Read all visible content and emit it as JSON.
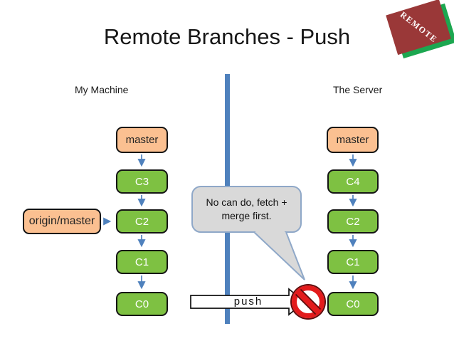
{
  "title": "Remote Branches - Push",
  "ribbon": {
    "label": "REMOTE"
  },
  "left": {
    "header": "My Machine",
    "branch": "master",
    "tracking_ref": "origin/master",
    "commits": [
      "C3",
      "C2",
      "C1",
      "C0"
    ]
  },
  "right": {
    "header": "The Server",
    "branch": "master",
    "commits": [
      "C4",
      "C2",
      "C1",
      "C0"
    ]
  },
  "callout": {
    "text": "No can do, fetch + merge first."
  },
  "push": {
    "label": "push"
  },
  "colors": {
    "commit_green": "#7EC142",
    "branch_label_peach": "#FBC091",
    "connector_blue": "#4F81BD",
    "callout_gray": "#D9D9D9",
    "callout_border": "#8FA8C8",
    "ribbon_red": "#9A3838",
    "ribbon_green": "#1CA750",
    "prohibition_red": "#E31B1C",
    "prohibition_outline": "#5E0D0D"
  }
}
